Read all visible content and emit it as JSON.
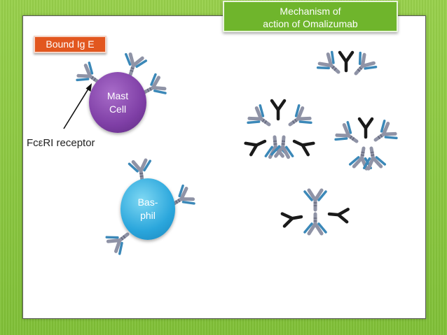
{
  "title": {
    "line1": "Mechanism of",
    "line2": "action of Omalizumab"
  },
  "bound_label": "Bound Ig E",
  "receptor_label": "FcεRI receptor",
  "cells": {
    "mast": {
      "line1": "Mast",
      "line2": "Cell"
    },
    "basophil": {
      "line1": "Bas-",
      "line2": "phil"
    }
  },
  "colors": {
    "background": "#8cc63f",
    "title_box": "#6fb52c",
    "label_box": "#e2571f",
    "mast_cell": "#7f3fa6",
    "basophil": "#2aa6dc",
    "ige_heavy": "#8f93a6",
    "ige_light": "#3b88b8",
    "omalizumab": "#1a1a1a"
  },
  "icons": [
    "ige-antibody-icon",
    "omalizumab-antibody-icon",
    "pointer-arrow-icon"
  ]
}
